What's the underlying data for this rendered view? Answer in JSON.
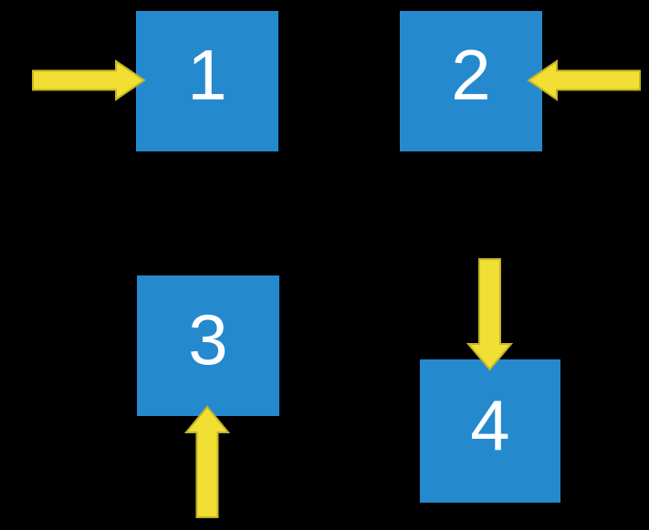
{
  "colors": {
    "background": "#000000",
    "square_fill": "#2589CE",
    "label_text": "#FFFFFF",
    "arrow_fill": "#F2DF33",
    "arrow_stroke": "#C4B428"
  },
  "squares": [
    {
      "label": "1"
    },
    {
      "label": "2"
    },
    {
      "label": "3"
    },
    {
      "label": "4"
    }
  ],
  "arrows": [
    {
      "icon": "arrow-right-icon",
      "direction": "right",
      "points_at_square": "1"
    },
    {
      "icon": "arrow-left-icon",
      "direction": "left",
      "points_at_square": "2"
    },
    {
      "icon": "arrow-up-icon",
      "direction": "up",
      "points_at_square": "3"
    },
    {
      "icon": "arrow-down-icon",
      "direction": "down",
      "points_at_square": "4"
    }
  ]
}
